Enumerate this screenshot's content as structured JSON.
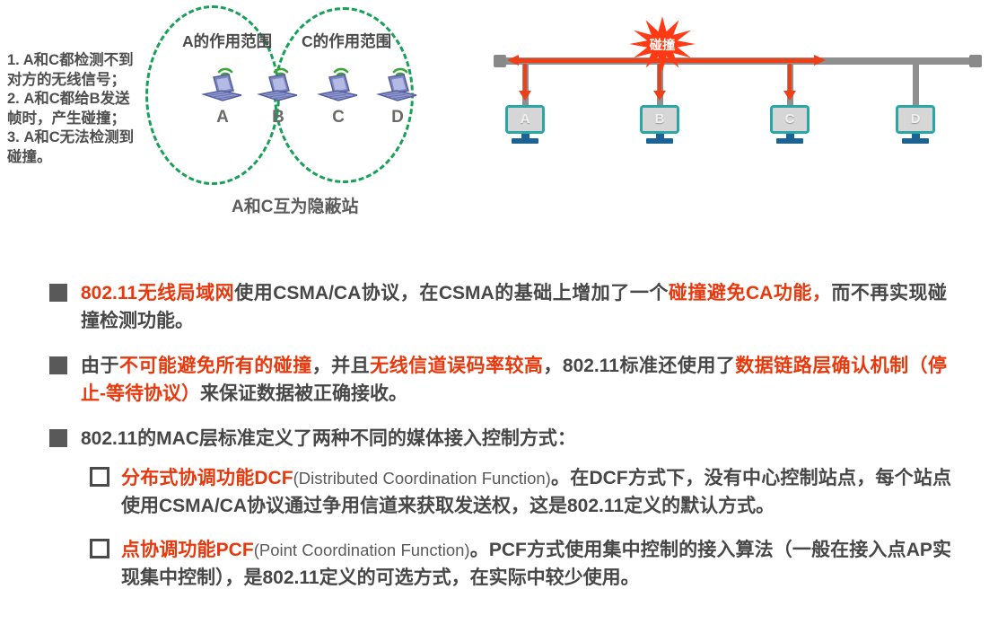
{
  "colors": {
    "accent_red": "#e8380d",
    "text_gray": "#474747",
    "diagram_green": "#17a158",
    "laptop_blue": "#7d86c3",
    "wifi_green": "#3ea437",
    "bus_gray": "#8f8f8f",
    "signal_red": "#ee3f17",
    "monitor_teal": "#2aa6a6",
    "monitor_stand_blue": "#1c6394",
    "collision_burst_red": "#ff3a14"
  },
  "left_diagram": {
    "notes": "1. A和C都检测不到\n对方的无线信号；\n2. A和C都给B发送\n帧时，产生碰撞；\n3. A和C无法检测到\n碰撞。",
    "circle_a_label": "A的作用范围",
    "circle_c_label": "C的作用范围",
    "stations": [
      {
        "label": "A"
      },
      {
        "label": "B"
      },
      {
        "label": "C"
      },
      {
        "label": "D"
      }
    ],
    "caption": "A和C互为隐蔽站"
  },
  "right_diagram": {
    "collision_label": "碰撞",
    "stations": [
      {
        "label": "A",
        "signal_arrow": true
      },
      {
        "label": "B",
        "signal_arrow": true
      },
      {
        "label": "C",
        "signal_arrow": true
      },
      {
        "label": "D",
        "signal_arrow": false
      }
    ]
  },
  "bullets": [
    {
      "level": 1,
      "segments": [
        {
          "text": "802.11无线局域网",
          "style": "red"
        },
        {
          "text": "使用CSMA/CA协议，在CSMA的基础上增加了一个",
          "style": "default"
        },
        {
          "text": "碰撞避免CA功能，",
          "style": "red"
        },
        {
          "text": "而不再实现碰撞检测功能。",
          "style": "default"
        }
      ]
    },
    {
      "level": 1,
      "segments": [
        {
          "text": "由于",
          "style": "default"
        },
        {
          "text": "不可能避免所有的碰撞",
          "style": "red"
        },
        {
          "text": "，并且",
          "style": "default"
        },
        {
          "text": "无线信道误码率较高",
          "style": "red"
        },
        {
          "text": "，802.11标准还使用了",
          "style": "default"
        },
        {
          "text": "数据链路层确认机制（停止-等待协议）",
          "style": "red"
        },
        {
          "text": "来保证数据被正确接收。",
          "style": "default"
        }
      ]
    },
    {
      "level": 1,
      "segments": [
        {
          "text": "802.11的MAC层标准定义了两种不同的媒体接入控制方式：",
          "style": "default"
        }
      ]
    },
    {
      "level": 2,
      "segments": [
        {
          "text": "分布式协调功能DCF",
          "style": "red"
        },
        {
          "text": "(Distributed Coordination Function)",
          "style": "latin"
        },
        {
          "text": "。在DCF方式下，没有中心控制站点，每个站点使用CSMA/CA协议通过争用信道来获取发送权，这是802.11定义的默认方式。",
          "style": "default"
        }
      ]
    },
    {
      "level": 2,
      "segments": [
        {
          "text": "点协调功能PCF",
          "style": "red"
        },
        {
          "text": "(Point Coordination Function)",
          "style": "latin"
        },
        {
          "text": "。PCF方式使用集中控制的接入算法（一般在接入点AP实现集中控制），是802.11定义的可选方式，在实际中较少使用。",
          "style": "default"
        }
      ]
    }
  ]
}
